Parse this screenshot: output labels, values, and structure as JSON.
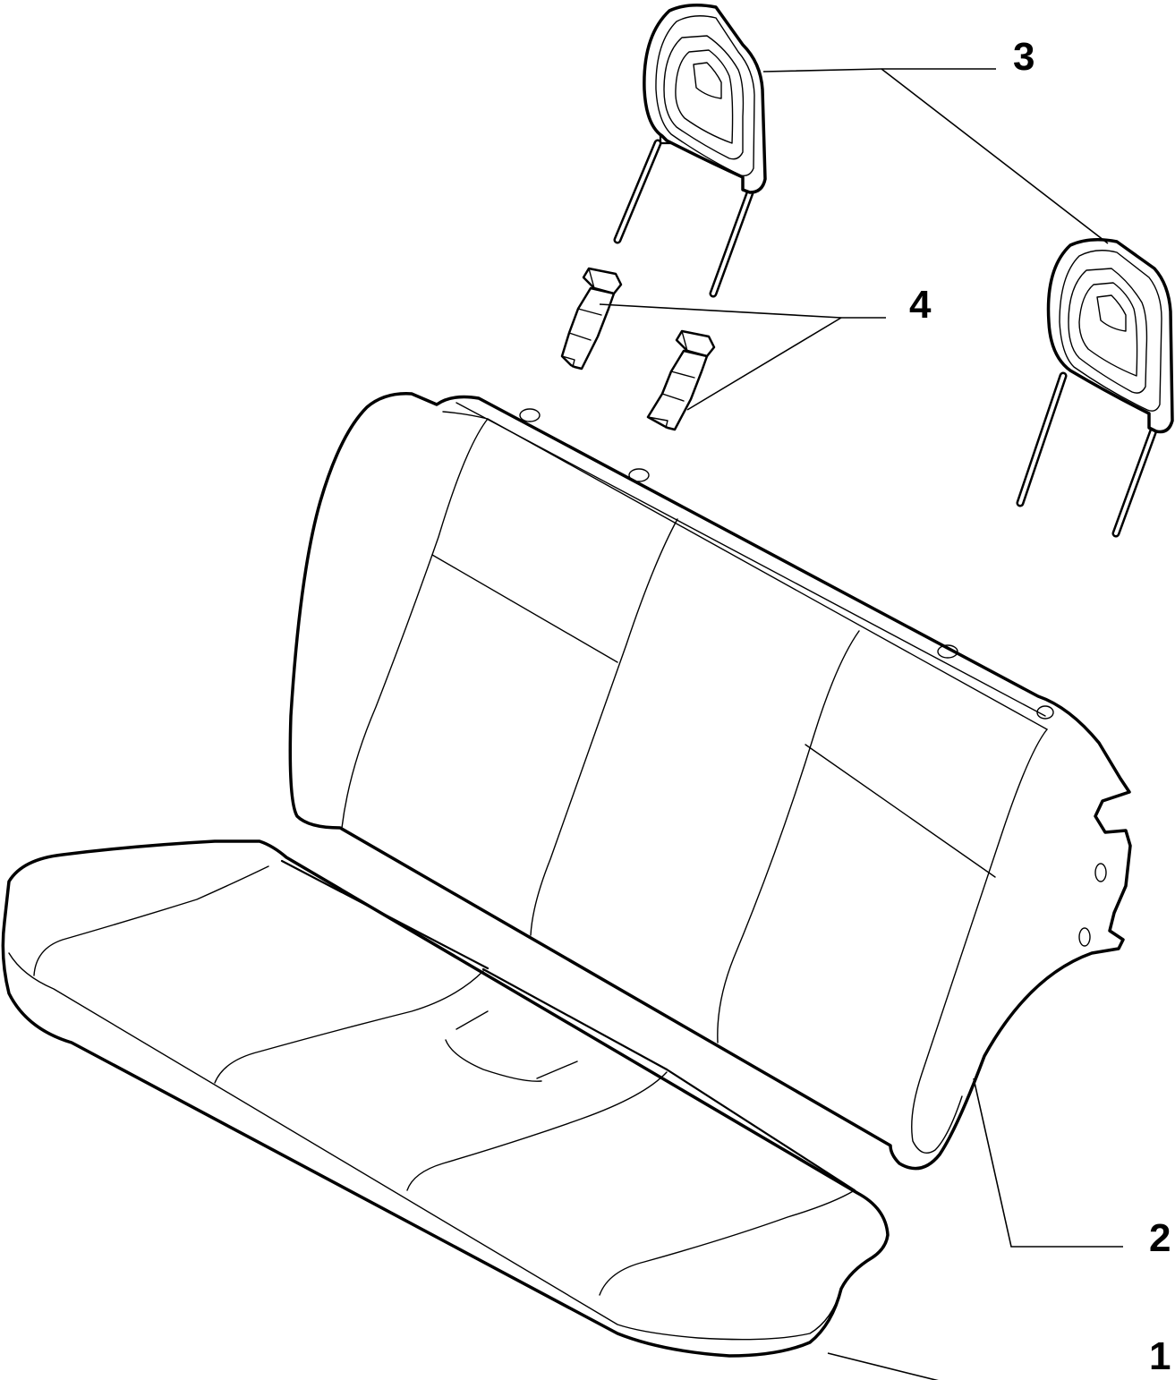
{
  "callouts": {
    "seat_cushion": "1",
    "seat_backrest": "2",
    "headrest": "3",
    "headrest_guide": "4"
  }
}
